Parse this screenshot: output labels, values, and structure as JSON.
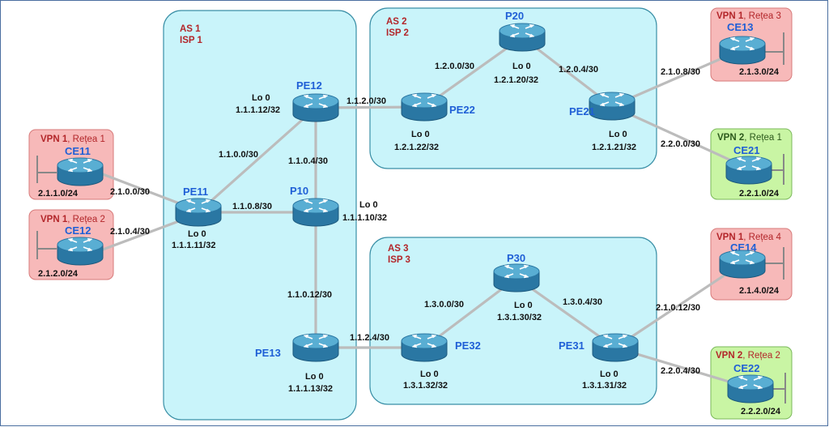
{
  "autonomous_systems": [
    {
      "id": "as1",
      "as": "AS 1",
      "isp": "ISP 1"
    },
    {
      "id": "as2",
      "as": "AS 2",
      "isp": "ISP 2"
    },
    {
      "id": "as3",
      "as": "AS 3",
      "isp": "ISP 3"
    }
  ],
  "routers": [
    {
      "id": "pe11",
      "name": "PE11",
      "lo_label": "Lo 0",
      "lo_ip": "1.1.1.11/32"
    },
    {
      "id": "pe12",
      "name": "PE12",
      "lo_label": "Lo 0",
      "lo_ip": "1.1.1.12/32"
    },
    {
      "id": "p10",
      "name": "P10",
      "lo_label": "Lo 0",
      "lo_ip": "1.1.1.10/32"
    },
    {
      "id": "pe13",
      "name": "PE13",
      "lo_label": "Lo 0",
      "lo_ip": "1.1.1.13/32"
    },
    {
      "id": "pe22",
      "name": "PE22",
      "lo_label": "Lo 0",
      "lo_ip": "1.2.1.22/32"
    },
    {
      "id": "p20",
      "name": "P20",
      "lo_label": "Lo 0",
      "lo_ip": "1.2.1.20/32"
    },
    {
      "id": "pe21",
      "name": "PE21",
      "lo_label": "Lo 0",
      "lo_ip": "1.2.1.21/32"
    },
    {
      "id": "pe32",
      "name": "PE32",
      "lo_label": "Lo 0",
      "lo_ip": "1.3.1.32/32"
    },
    {
      "id": "p30",
      "name": "P30",
      "lo_label": "Lo 0",
      "lo_ip": "1.3.1.30/32"
    },
    {
      "id": "pe31",
      "name": "PE31",
      "lo_label": "Lo 0",
      "lo_ip": "1.3.1.31/32"
    }
  ],
  "customer_edges": [
    {
      "id": "ce11",
      "name": "CE11",
      "vpn": "VPN 1",
      "site": "Rețea 1",
      "lan": "2.1.1.0/24",
      "color": "#f7b9b9"
    },
    {
      "id": "ce12",
      "name": "CE12",
      "vpn": "VPN 1",
      "site": "Rețea 2",
      "lan": "2.1.2.0/24",
      "color": "#f7b9b9"
    },
    {
      "id": "ce13",
      "name": "CE13",
      "vpn": "VPN 1",
      "site": "Rețea 3",
      "lan": "2.1.3.0/24",
      "color": "#f7b9b9"
    },
    {
      "id": "ce21",
      "name": "CE21",
      "vpn": "VPN 2",
      "site": "Rețea 1",
      "lan": "2.2.1.0/24",
      "color": "#c9f5a4"
    },
    {
      "id": "ce14",
      "name": "CE14",
      "vpn": "VPN 1",
      "site": "Rețea 4",
      "lan": "2.1.4.0/24",
      "color": "#f7b9b9"
    },
    {
      "id": "ce22",
      "name": "CE22",
      "vpn": "VPN 2",
      "site": "Rețea 2",
      "lan": "2.2.2.0/24",
      "color": "#c9f5a4"
    }
  ],
  "links": [
    {
      "id": "ce11-pe11",
      "subnet": "2.1.0.0/30"
    },
    {
      "id": "ce12-pe11",
      "subnet": "2.1.0.4/30"
    },
    {
      "id": "pe11-pe12",
      "subnet": "1.1.0.0/30"
    },
    {
      "id": "pe11-p10",
      "subnet": "1.1.0.8/30"
    },
    {
      "id": "pe12-p10",
      "subnet": "1.1.0.4/30"
    },
    {
      "id": "p10-pe13",
      "subnet": "1.1.0.12/30"
    },
    {
      "id": "pe12-pe22",
      "subnet": "1.1.2.0/30"
    },
    {
      "id": "pe13-pe32",
      "subnet": "1.1.2.4/30"
    },
    {
      "id": "pe22-p20",
      "subnet": "1.2.0.0/30"
    },
    {
      "id": "p20-pe21",
      "subnet": "1.2.0.4/30"
    },
    {
      "id": "pe21-ce13",
      "subnet": "2.1.0.8/30"
    },
    {
      "id": "pe21-ce21",
      "subnet": "2.2.0.0/30"
    },
    {
      "id": "pe32-p30",
      "subnet": "1.3.0.0/30"
    },
    {
      "id": "p30-pe31",
      "subnet": "1.3.0.4/30"
    },
    {
      "id": "pe31-ce14",
      "subnet": "2.1.0.12/30"
    },
    {
      "id": "pe31-ce22",
      "subnet": "2.2.0.4/30"
    }
  ]
}
